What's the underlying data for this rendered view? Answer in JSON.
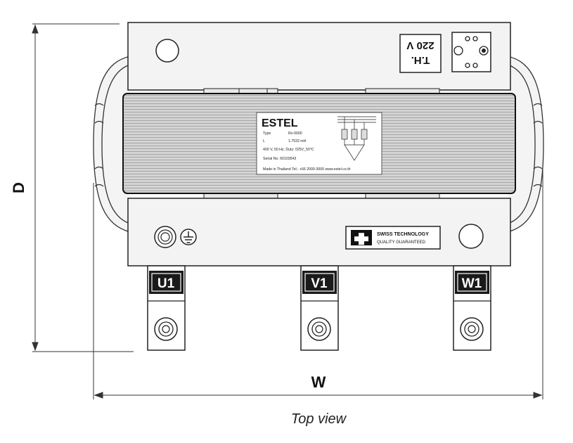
{
  "diagram": {
    "caption": "Top view",
    "dimensions": {
      "depth": "D",
      "width": "W"
    },
    "terminals": [
      "U1",
      "V1",
      "W1"
    ],
    "top_plate_label": {
      "line1": "T.H.",
      "line2": "220 V"
    },
    "nameplate": {
      "brand": "ESTEL",
      "rows": [
        {
          "key": "Type",
          "value": "Rx-0000"
        },
        {
          "key": "L",
          "value": "1.7532 mH"
        },
        {
          "key": "400 V, 50 Hz, Duty: 025V_50°C",
          "value": ""
        },
        {
          "key": "Serial No. 60103543",
          "value": ""
        }
      ],
      "footer": "Made in Thailand  Tel.: +66 2000-3000   www.estel.co.th"
    },
    "badge": {
      "line1": "SWISS TECHNOLOGY",
      "line2": "QUALITY GUARANTEED"
    },
    "colors": {
      "line": "#222222",
      "core": "#cfcfcf",
      "plate": "#f2f2f2",
      "terminal_label": "#1a1a1a"
    },
    "icons": [
      "ground-icon",
      "swiss-flag-icon",
      "mounting-hole-icon",
      "terminal-bolt-icon"
    ]
  }
}
